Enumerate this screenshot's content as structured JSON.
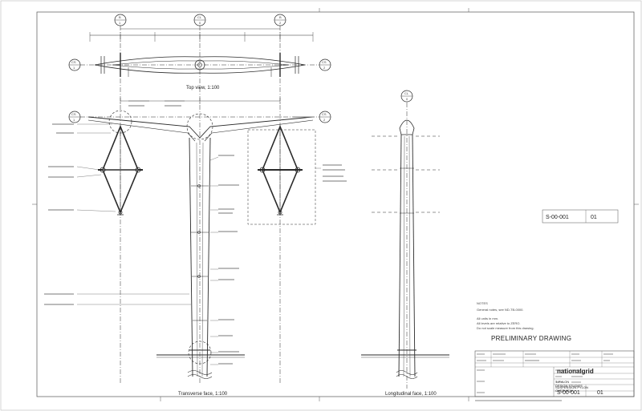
{
  "views": {
    "top_title": "Top view, 1:100",
    "transverse_title": "Transverse face, 1:100",
    "longitudinal_title": "Longitudinal face, 1:100"
  },
  "grid_markers": {
    "b1": {
      "letter": "B",
      "num": "1"
    },
    "cl0": {
      "letter": "CL",
      "num": "0"
    },
    "b2": {
      "letter": "B",
      "num": "2"
    },
    "cs1": {
      "letter": "CS",
      "num": "1"
    },
    "cs2": {
      "letter": "CS",
      "num": "2"
    },
    "cl0_long": {
      "letter": "CL",
      "num": "0"
    }
  },
  "revision_box": {
    "drawing_number": "S-00-001",
    "revision": "01"
  },
  "notes": {
    "heading": "NOTES",
    "lines": [
      "General notes, see ND-TB-0000.",
      "All units in mm.",
      "All levels are relative to ZERO.",
      "Do not scale measure from this drawing."
    ]
  },
  "status": {
    "preliminary": "PRELIMINARY DRAWING"
  },
  "title_block": {
    "company": "nationalgrid",
    "project_lines": [
      "T-PYLON",
      "DESIGN STUDIES"
    ],
    "drawing_lines": [
      "SUSPENSION PYLON",
      "OVERVIEW"
    ],
    "drawing_number": "S-00-001",
    "revision": "01"
  },
  "colors": {
    "line": "#2a2a2a",
    "faint": "#8a8a8a",
    "paper": "#ffffff"
  }
}
